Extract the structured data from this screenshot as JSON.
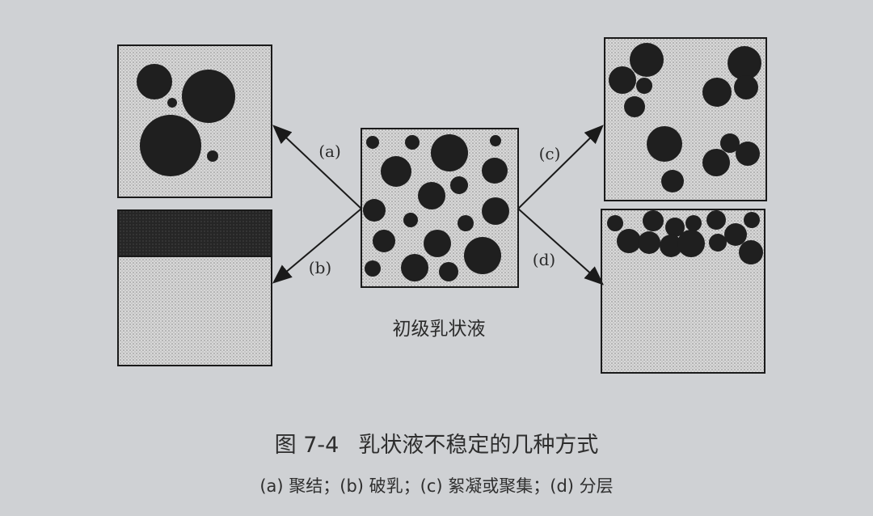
{
  "diagram": {
    "center_label": "初级乳状液",
    "arrows": {
      "a": "(a)",
      "b": "(b)",
      "c": "(c)",
      "d": "(d)"
    }
  },
  "caption": {
    "figure_number": "图 7-4",
    "title": "乳状液不稳定的几种方式",
    "subtitle": "(a) 聚结；(b) 破乳；(c) 絮凝或聚集；(d) 分层"
  },
  "colors": {
    "droplet": "#1f1f1f",
    "continuous_phase": "#d6d6d6",
    "separated_oil": "#262626",
    "border": "#1a1a1a"
  }
}
